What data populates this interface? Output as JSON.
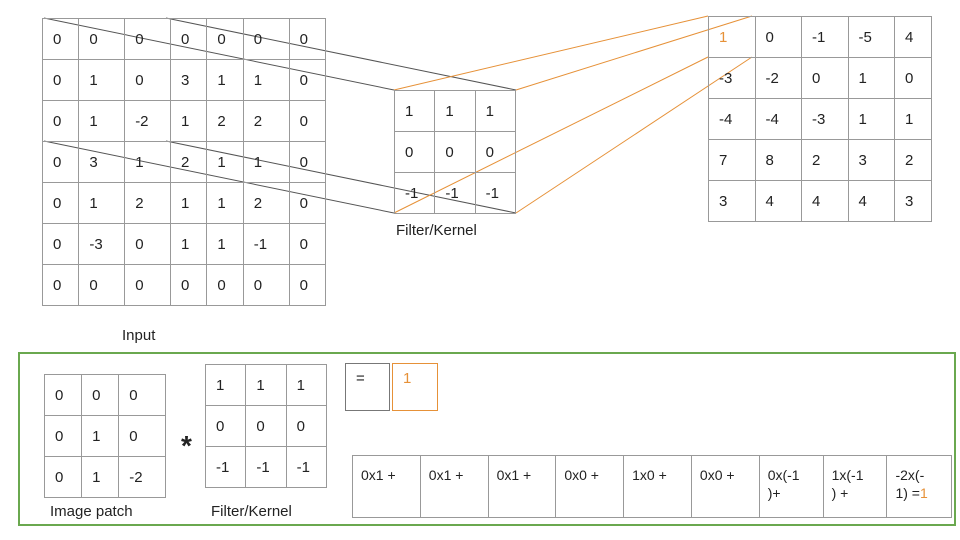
{
  "input": {
    "caption": "Input",
    "rows": [
      [
        "0",
        "0",
        "0",
        "0",
        "0",
        "0",
        "0"
      ],
      [
        "0",
        "1",
        "0",
        "3",
        "1",
        "1",
        "0"
      ],
      [
        "0",
        "1",
        "-2",
        "1",
        "2",
        "2",
        "0"
      ],
      [
        "0",
        "3",
        "1",
        "2",
        "1",
        "1",
        "0"
      ],
      [
        "0",
        "1",
        "2",
        "1",
        "1",
        "2",
        "0"
      ],
      [
        "0",
        "-3",
        "0",
        "1",
        "1",
        "-1",
        "0"
      ],
      [
        "0",
        "0",
        "0",
        "0",
        "0",
        "0",
        "0"
      ]
    ]
  },
  "filter": {
    "caption": "Filter/Kernel",
    "rows": [
      [
        "1",
        "1",
        "1"
      ],
      [
        "0",
        "0",
        "0"
      ],
      [
        "-1",
        "-1",
        "-1"
      ]
    ]
  },
  "output": {
    "rows": [
      [
        "1",
        "0",
        "-1",
        "-5",
        "4"
      ],
      [
        "-3",
        "-2",
        "0",
        "1",
        "0"
      ],
      [
        "-4",
        "-4",
        "-3",
        "1",
        "1"
      ],
      [
        "7",
        "8",
        "2",
        "3",
        "2"
      ],
      [
        "3",
        "4",
        "4",
        "4",
        "3"
      ]
    ]
  },
  "example": {
    "patch_caption": "Image patch",
    "patch_rows": [
      [
        "0",
        "0",
        "0"
      ],
      [
        "0",
        "1",
        "0"
      ],
      [
        "0",
        "1",
        "-2"
      ]
    ],
    "operator": "*",
    "filter_caption": "Filter/Kernel",
    "filter_rows": [
      [
        "1",
        "1",
        "1"
      ],
      [
        "0",
        "0",
        "0"
      ],
      [
        "-1",
        "-1",
        "-1"
      ]
    ],
    "equals": "=",
    "result": "1",
    "terms": [
      {
        "text": "0x1 +"
      },
      {
        "text": "0x1 +"
      },
      {
        "text": "0x1 +"
      },
      {
        "text": "0x0 +"
      },
      {
        "text": "1x0 +"
      },
      {
        "text": "0x0 +"
      },
      {
        "text": "0x(-1\n)+"
      },
      {
        "text": "1x(-1\n) +"
      },
      {
        "text": "-2x(-\n1) =",
        "highlight": "1"
      }
    ]
  },
  "colors": {
    "highlight": "#e69138",
    "frame": "#6aa84f",
    "grid": "#999999",
    "projection": "#555555"
  }
}
